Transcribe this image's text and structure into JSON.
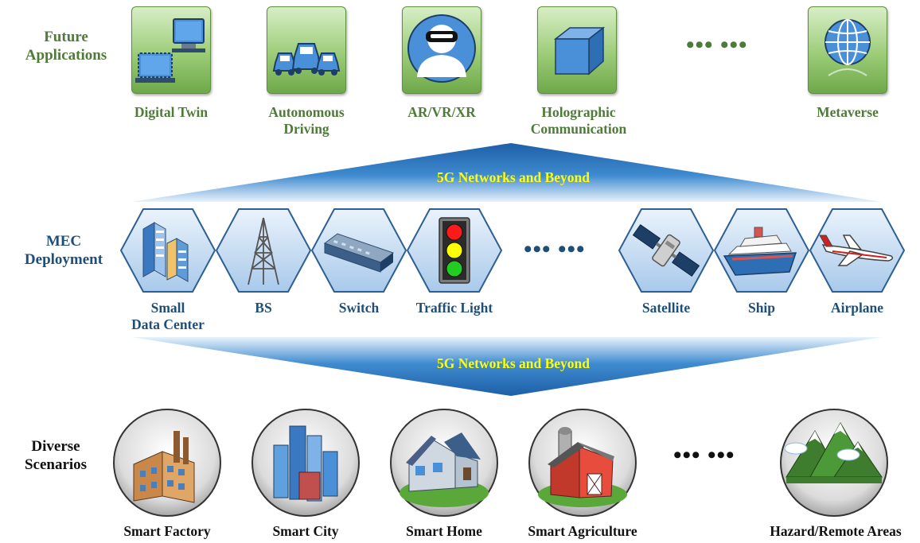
{
  "rows": {
    "future": {
      "label_line1": "Future",
      "label_line2": "Applications"
    },
    "mec": {
      "label_line1": "MEC",
      "label_line2": "Deployment"
    },
    "scenarios": {
      "label_line1": "Diverse",
      "label_line2": "Scenarios"
    }
  },
  "banners": {
    "top": "5G Networks and Beyond",
    "bottom": "5G Networks and Beyond"
  },
  "applications": [
    {
      "line1": "Digital Twin",
      "line2": "",
      "icon": "computers-icon"
    },
    {
      "line1": "Autonomous",
      "line2": "Driving",
      "icon": "cars-icon"
    },
    {
      "line1": "AR/VR/XR",
      "line2": "",
      "icon": "vr-headset-icon"
    },
    {
      "line1": "Holographic",
      "line2": "Communication",
      "icon": "hologram-cube-icon"
    },
    {
      "line1": "Metaverse",
      "line2": "",
      "icon": "globe-icon"
    }
  ],
  "mec_nodes": [
    {
      "line1": "Small",
      "line2": "Data Center",
      "icon": "data-center-icon"
    },
    {
      "line1": "BS",
      "line2": "",
      "icon": "base-station-tower-icon"
    },
    {
      "line1": "Switch",
      "line2": "",
      "icon": "network-switch-icon"
    },
    {
      "line1": "Traffic Light",
      "line2": "",
      "icon": "traffic-light-icon"
    },
    {
      "line1": "Satellite",
      "line2": "",
      "icon": "satellite-icon"
    },
    {
      "line1": "Ship",
      "line2": "",
      "icon": "ship-icon"
    },
    {
      "line1": "Airplane",
      "line2": "",
      "icon": "airplane-icon"
    }
  ],
  "scenarios": [
    {
      "label": "Smart Factory",
      "icon": "factory-icon"
    },
    {
      "label": "Smart City",
      "icon": "city-icon"
    },
    {
      "label": "Smart Home",
      "icon": "house-icon"
    },
    {
      "label": "Smart Agriculture",
      "icon": "barn-icon"
    },
    {
      "label": "Hazard/Remote Areas",
      "icon": "mountains-icon"
    }
  ],
  "ellipsis": "••• •••",
  "colors": {
    "application_text": "#4f7b3a",
    "mec_text": "#1f4e79",
    "scenario_text": "#111111",
    "banner_text": "#ffff00",
    "banner_fill": "#2e75b6",
    "tile_fill": "#9ccc78",
    "hex_fill": "#c6dcf2",
    "circle_fill": "#cfcfcf"
  }
}
